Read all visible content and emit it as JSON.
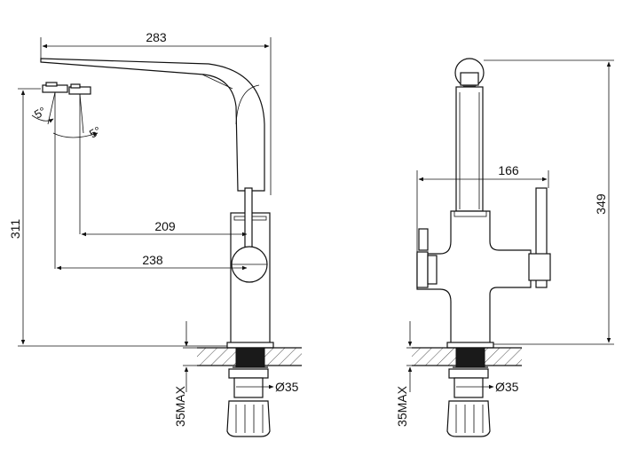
{
  "drawing": {
    "side_view": {
      "top_width": "283",
      "height": "311",
      "spout_reach_209": "209",
      "spout_reach_238": "238",
      "angle_left": "5°",
      "angle_right": "5°",
      "pipe_diameter": "Ø35",
      "deck_thickness": "35MAX"
    },
    "front_view": {
      "width": "166",
      "height": "349",
      "pipe_diameter": "Ø35",
      "deck_thickness": "35MAX"
    }
  }
}
